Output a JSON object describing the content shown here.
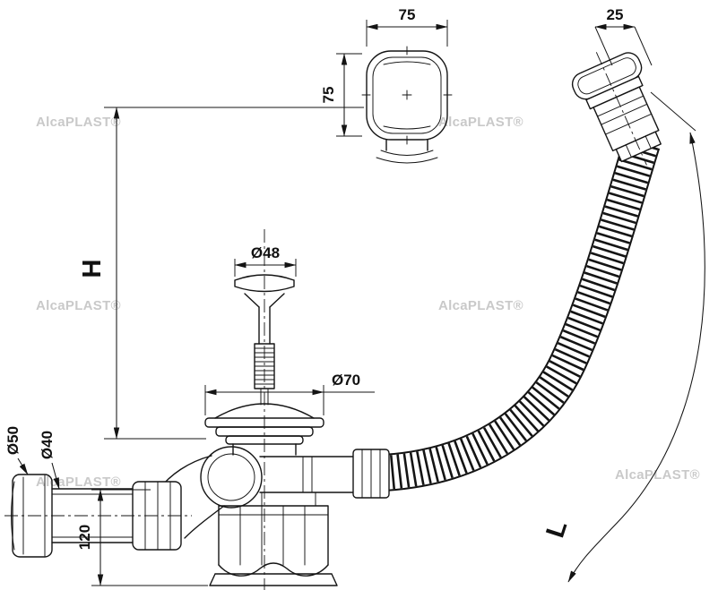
{
  "watermark": {
    "text": "AlcaPLAST®"
  },
  "dimensions": {
    "knob_width": "75",
    "knob_height": "75",
    "overflow_head_depth": "25",
    "stopper_diameter": "Ø48",
    "flange_diameter": "Ø70",
    "outlet_outer_diameter": "Ø50",
    "outlet_inner_diameter": "Ø40",
    "outlet_drop_height": "120",
    "overall_height": "H",
    "hose_length": "L"
  },
  "colors": {
    "line": "#141414",
    "watermark": "#c9c9c9",
    "background": "#ffffff"
  }
}
